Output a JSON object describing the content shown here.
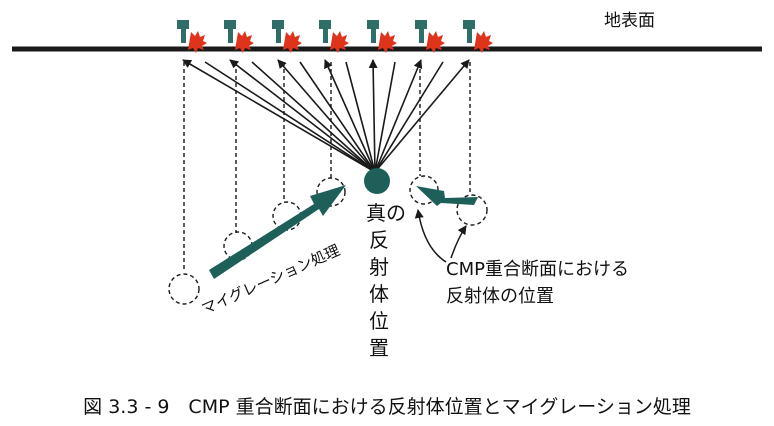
{
  "labels": {
    "ground_surface": "地表面",
    "true_reflector": "真の\n反\n射\n体\n位\n置",
    "cmp_reflector": "CMP重合断面における\n反射体の位置",
    "migration": "マイグレーション処理",
    "caption": "図 3.3 - 9　CMP 重合断面における反射体位置とマイグレーション処理"
  },
  "colors": {
    "line": "#1a1a1a",
    "teal": "#1f5f5a",
    "receiver": "#2e6d68",
    "source": "#e0331c"
  },
  "icons": {
    "receiver": "geophone-icon",
    "source": "shot-burst-icon",
    "reflector": "reflector-point-icon"
  }
}
